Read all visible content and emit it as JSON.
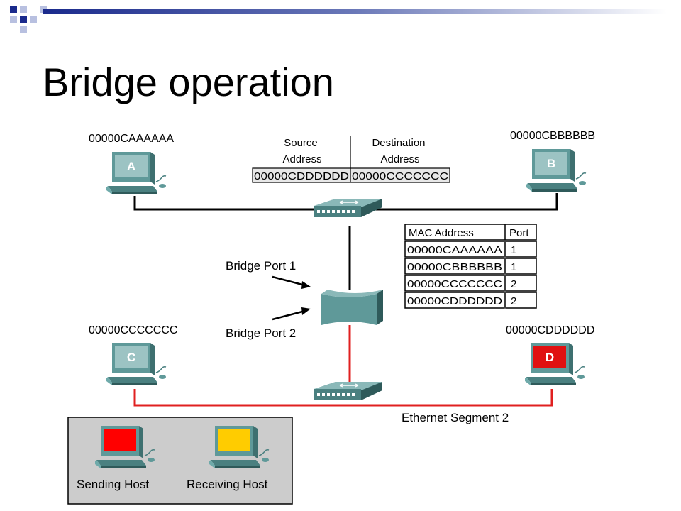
{
  "slide": {
    "title": "Bridge operation"
  },
  "frame": {
    "source_header_1": "Source",
    "source_header_2": "Address",
    "dest_header_1": "Destination",
    "dest_header_2": "Address",
    "source_address": "00000CDDDDDD",
    "destination_address": "00000CCCCCCC"
  },
  "hosts": [
    {
      "letter": "A",
      "mac": "00000CAAAAAA",
      "screen_color": "#9cc3c3"
    },
    {
      "letter": "B",
      "mac": "00000CBBBBBB",
      "screen_color": "#9cc3c3"
    },
    {
      "letter": "C",
      "mac": "00000CCCCCCC",
      "screen_color": "#9cc3c3"
    },
    {
      "letter": "D",
      "mac": "00000CDDDDDD",
      "screen_color": "#e01010"
    }
  ],
  "bridge": {
    "port1_label": "Bridge Port 1",
    "port2_label": "Bridge Port 2"
  },
  "segment_label": "Ethernet Segment 2",
  "mac_table": {
    "header_mac": "MAC Address",
    "header_port": "Port",
    "rows": [
      {
        "mac": "00000CAAAAAA",
        "port": "1"
      },
      {
        "mac": "00000CBBBBBB",
        "port": "1"
      },
      {
        "mac": "00000CCCCCCC",
        "port": "2"
      },
      {
        "mac": "00000CDDDDDD",
        "port": "2"
      }
    ]
  },
  "legend": {
    "sending_label": "Sending Host",
    "receiving_label": "Receiving Host",
    "sending_color": "#ff0000",
    "receiving_color": "#ffcc00"
  },
  "colors": {
    "segment1_line": "#000000",
    "segment2_line": "#e02020",
    "device_teal": "#5f9999"
  }
}
